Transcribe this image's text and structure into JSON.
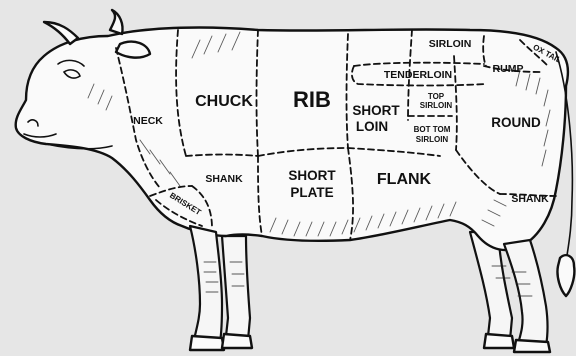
{
  "cuts": {
    "chuck": "CHUCK",
    "rib": "RIB",
    "short_loin": [
      "SHORT",
      "LOIN"
    ],
    "short_plate": [
      "SHORT",
      "PLATE"
    ],
    "flank": "FLANK",
    "sirloin": "SIRLOIN",
    "tenderloin": "TENDERLOIN",
    "top_sirloin": [
      "TOP",
      "SIRLOIN"
    ],
    "bottom_sirloin": [
      "BOT TOM",
      "SIRLOIN"
    ],
    "rump": "RUMP",
    "round": "ROUND",
    "ox_tail": "OX TAIL",
    "neck": "NECK",
    "shank_front": "SHANK",
    "shank_rear": "SHANK",
    "brisket": "BRISKET"
  }
}
